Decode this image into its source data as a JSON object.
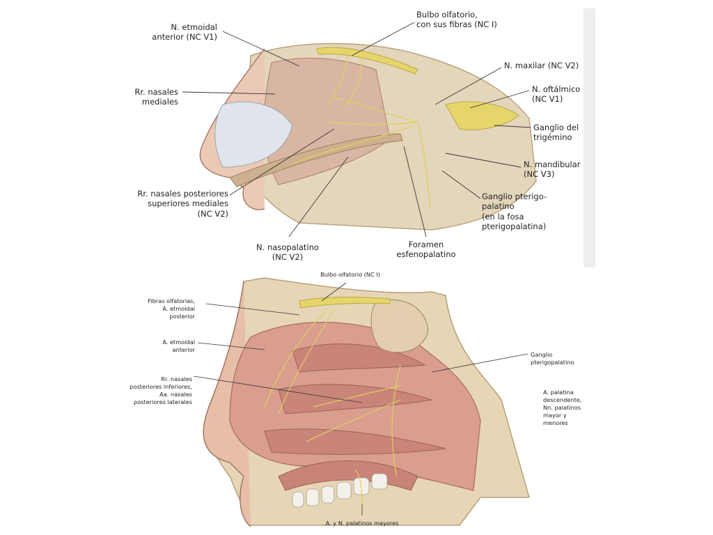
{
  "colors": {
    "bone": "#e8d9bf",
    "bone_dark": "#cdb58f",
    "mucosa": "#d9a090",
    "mucosa_dark": "#b9706a",
    "nerve": "#e6d56a",
    "skin": "#e7c0ad",
    "leader": "#333333",
    "panel_bg": "#f7f6f4"
  },
  "top_figure": {
    "labels": {
      "etmoidal_anterior": "N. etmoidal\nanterior (NC V1)",
      "bulbo_olfatorio": "Bulbo olfatorio,\ncon sus fibras (NC I)",
      "n_maxilar": "N. maxilar (NC V2)",
      "rr_nasales_mediales": "Rr. nasales\nmediales",
      "n_oftalmico": "N. oftálmico\n(NC V1)",
      "ganglio_trigemino": "Ganglio del\ntrigémino",
      "n_mandibular": "N. mandibular\n(NC V3)",
      "rr_posteriores": "Rr. nasales posteriores\nsuperiores mediales\n(NC V2)",
      "ganglio_pterigo": "Ganglio pterigo-\npalatino\n(en la fosa\npterigopalatina)",
      "n_nasopalatino": "N. nasopalatino\n(NC V2)",
      "foramen": "Foramen\nesfenopalatino"
    }
  },
  "bottom_figure": {
    "labels": {
      "bulbo_olfatorio": "Bulbo olfatorio (NC I)",
      "fibras_olfatorias": "Fibras olfatorias,\nA. etmoidal\nposterior",
      "a_etmoidal_anterior": "A. etmoidal\nanterior",
      "ganglio_pterigopalatino": "Ganglio\npterigopalatino",
      "rr_nasales_inferiores": "Rr. nasales\nposteriores inferiores,\nAa. nasales\nposteriores laterales",
      "a_palatina": "A. palatina\ndescendente,\nNn. palatinos\nmayor y\nmenores",
      "palatinos_mayores": "A. y N. palatinos mayores"
    }
  }
}
